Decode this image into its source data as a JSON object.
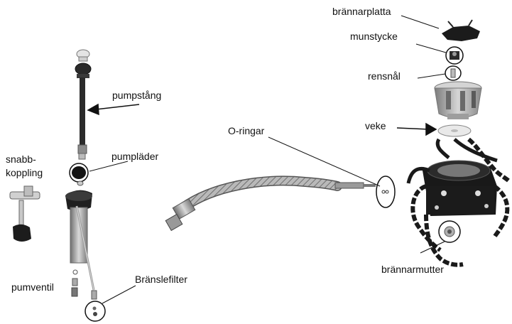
{
  "labels": {
    "brannarplatta": "brännarplatta",
    "munstycke": "munstycke",
    "rensnal": "rensnål",
    "veke": "veke",
    "oringar": "O-ringar",
    "pumpstang": "pumpstång",
    "pumplader": "pumpläder",
    "snabb_line1": "snabb-",
    "snabb_line2": "koppling",
    "brannarmutter": "brännarmutter",
    "pumventil": "pumventil",
    "bransle": "Bränslefilter"
  }
}
